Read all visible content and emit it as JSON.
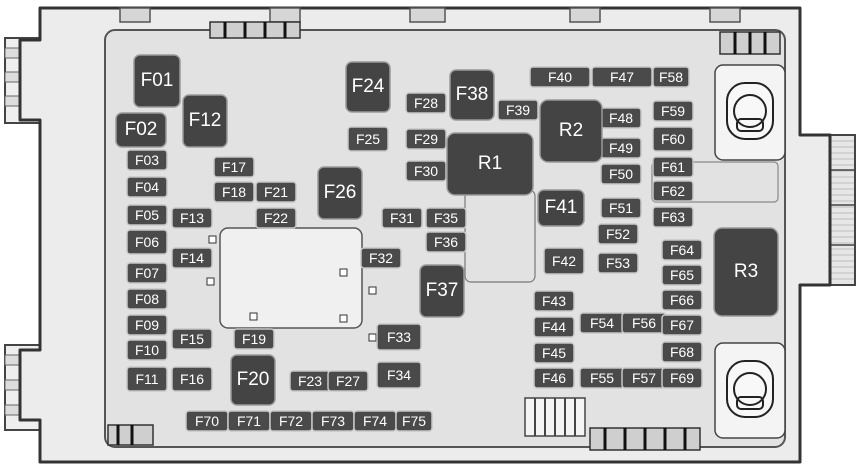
{
  "mini_fuses": [
    "F03",
    "F04",
    "F05",
    "F06",
    "F07",
    "F08",
    "F09",
    "F10",
    "F11",
    "F13",
    "F14",
    "F15",
    "F16",
    "F17",
    "F18",
    "F19",
    "F21",
    "F22",
    "F23",
    "F25",
    "F27",
    "F28",
    "F29",
    "F30",
    "F31",
    "F32",
    "F33",
    "F34",
    "F35",
    "F36",
    "F39",
    "F40",
    "F42",
    "F43",
    "F44",
    "F45",
    "F46",
    "F47",
    "F48",
    "F49",
    "F50",
    "F51",
    "F52",
    "F53",
    "F54",
    "F55",
    "F56",
    "F57",
    "F58",
    "F59",
    "F60",
    "F61",
    "F62",
    "F63",
    "F64",
    "F65",
    "F66",
    "F67",
    "F68",
    "F69",
    "F70",
    "F71",
    "F72",
    "F73",
    "F74",
    "F75"
  ],
  "maxi_fuses": [
    "F01",
    "F02",
    "F12",
    "F20",
    "F24",
    "F26",
    "F37",
    "F38",
    "F41"
  ],
  "relays": [
    "R1",
    "R2",
    "R3"
  ]
}
